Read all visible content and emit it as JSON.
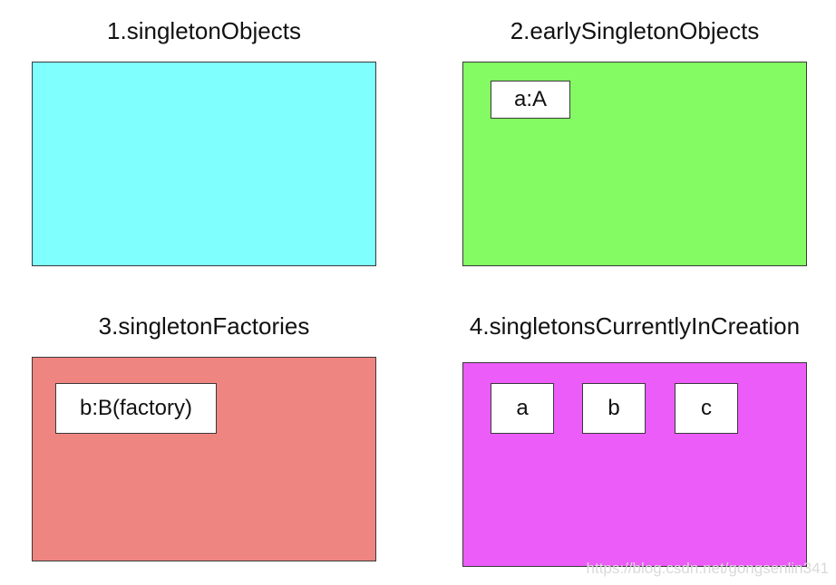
{
  "panels": [
    {
      "title": "1.singletonObjects",
      "color": "#80ffff",
      "items": []
    },
    {
      "title": "2.earlySingletonObjects",
      "color": "#84fb63",
      "items": [
        "a:A"
      ]
    },
    {
      "title": "3.singletonFactories",
      "color": "#ef8581",
      "items": [
        "b:B(factory)"
      ]
    },
    {
      "title": "4.singletonsCurrentlyInCreation",
      "color": "#ec5cf8",
      "items": [
        "a",
        "b",
        "c"
      ]
    }
  ],
  "watermark": "https://blog.csdn.net/gongsenlin341"
}
